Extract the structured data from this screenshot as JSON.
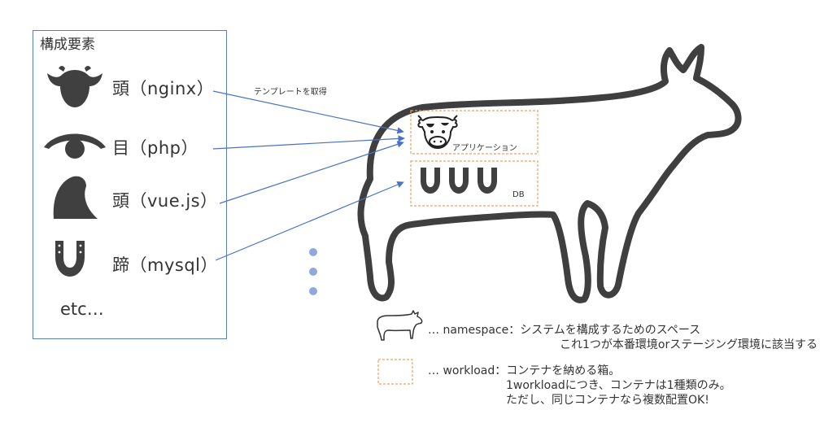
{
  "parts_panel": {
    "title": "構成要素",
    "items": [
      {
        "label": "頭（nginx）",
        "icon": "cow-head-icon"
      },
      {
        "label": "目（php）",
        "icon": "eye-icon"
      },
      {
        "label": "頭（vue.js）",
        "icon": "hair-tuft-icon"
      },
      {
        "label": "蹄（mysql）",
        "icon": "horseshoe-icon"
      }
    ],
    "etc": "etc…"
  },
  "arrow_label": "テンプレートを取得",
  "cow": {
    "app_label": "アプリケーション",
    "db_label": "DB"
  },
  "legend": {
    "namespace": {
      "line1": "… namespace：システムを構成するためのスペース",
      "line2": "これ1つが本番環境orステージング環境に該当する"
    },
    "workload": {
      "line1": "… workload：コンテナを納める箱。",
      "line2": "1workloadにつき、コンテナは1種類のみ。",
      "line3": "ただし、同じコンテナなら複数配置OK!"
    }
  },
  "colors": {
    "panel_border": "#5b7fb3",
    "arrow": "#4a72c4",
    "dots": "#8fa9dc",
    "cow_outline": "#3f3f3f",
    "dashed_box": "#f0a060",
    "icon_fill": "#404040"
  }
}
